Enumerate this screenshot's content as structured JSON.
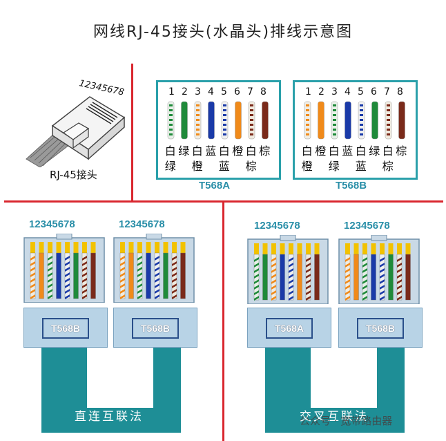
{
  "title": "网线RJ-45接头(水晶头)排线示意图",
  "connector": {
    "pin_label": "12345678",
    "caption": "RJ-45接头"
  },
  "standards": [
    {
      "name": "T568A",
      "pins": [
        "1",
        "2",
        "3",
        "4",
        "5",
        "6",
        "7",
        "8"
      ],
      "row1": [
        "白",
        "绿",
        "白",
        "蓝",
        "白",
        "橙",
        "白",
        "棕"
      ],
      "row2": [
        "绿",
        "",
        "橙",
        "",
        "蓝",
        "",
        "棕",
        ""
      ],
      "colors": [
        "#e8f0e8|#1f8a3a",
        "#1f8a3a",
        "#f0ede4|#f08a1a",
        "#1a3aa8",
        "#f0f0f0|#1a3aa8",
        "#f08a1a",
        "#f0ebe0|#7a2a1a",
        "#7a2a1a"
      ]
    },
    {
      "name": "T568B",
      "pins": [
        "1",
        "2",
        "3",
        "4",
        "5",
        "6",
        "7",
        "8"
      ],
      "row1": [
        "白",
        "橙",
        "白",
        "蓝",
        "白",
        "绿",
        "白",
        "棕"
      ],
      "row2": [
        "橙",
        "",
        "绿",
        "",
        "蓝",
        "",
        "棕",
        ""
      ],
      "colors": [
        "#f0ede4|#f08a1a",
        "#f08a1a",
        "#e8f0e8|#1f8a3a",
        "#1a3aa8",
        "#f0f0f0|#1a3aa8",
        "#1f8a3a",
        "#f0ebe0|#7a2a1a",
        "#7a2a1a"
      ]
    }
  ],
  "cables": [
    {
      "pin_label_left": "12345678",
      "pin_label_right": "12345678",
      "left_tag": "T568B",
      "right_tag": "T568B",
      "name": "直连互联法"
    },
    {
      "pin_label_left": "12345678",
      "pin_label_right": "12345678",
      "left_tag": "T568A",
      "right_tag": "T568B",
      "name": "交叉互联法"
    }
  ],
  "watermark": "公众号 · 宽带路由器",
  "accent_colors": {
    "divider": "#d9262e",
    "teal": "#2aa0aa",
    "cable": "#1e8e96"
  }
}
